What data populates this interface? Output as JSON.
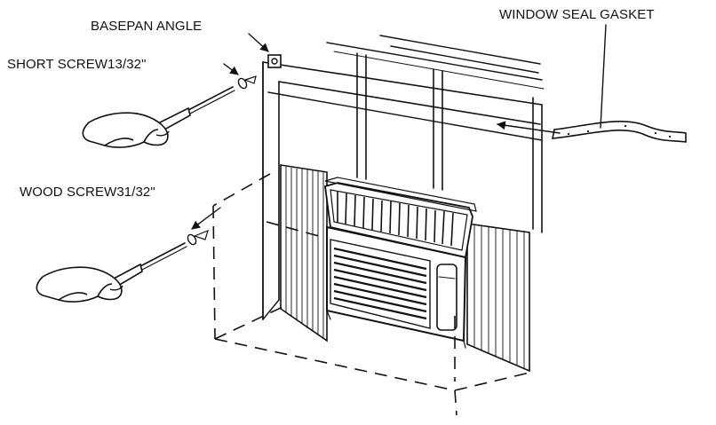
{
  "labels": {
    "basepan_angle": "BASEPAN ANGLE",
    "short_screw": "SHORT SCREW13/32\"",
    "wood_screw": "WOOD SCREW31/32\"",
    "window_seal_gasket": "WINDOW SEAL GASKET"
  },
  "colors": {
    "line": "#111111",
    "background": "#ffffff"
  }
}
